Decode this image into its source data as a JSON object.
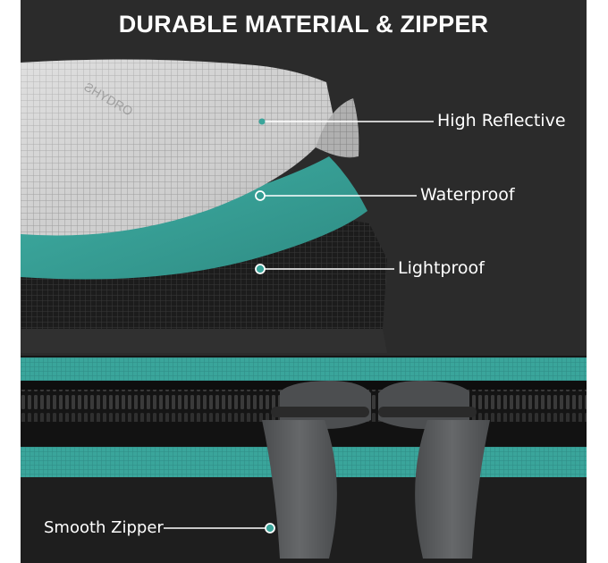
{
  "title": "DURABLE MATERIAL & ZIPPER",
  "callouts": {
    "high_reflective": "High Reflective",
    "waterproof": "Waterproof",
    "lightproof": "Lightproof",
    "smooth_zipper": "Smooth Zipper"
  },
  "colors": {
    "background": "#2b2b2b",
    "teal": "#3aa59b",
    "silver": "#c9c9c9",
    "black_fabric": "#1a1a1a",
    "puller_gray": "#5a5c5e"
  }
}
